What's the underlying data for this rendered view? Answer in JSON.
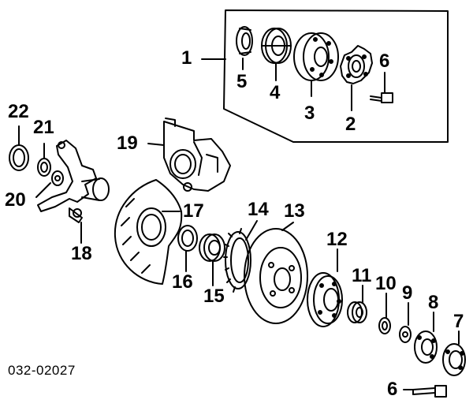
{
  "diagram_code": "032-02027",
  "callouts": {
    "c1": "1",
    "c2": "2",
    "c3": "3",
    "c4": "4",
    "c5": "5",
    "c6a": "6",
    "c6b": "6",
    "c7": "7",
    "c8": "8",
    "c9": "9",
    "c10": "10",
    "c11": "11",
    "c12": "12",
    "c13": "13",
    "c14": "14",
    "c15": "15",
    "c16": "16",
    "c17": "17",
    "c18": "18",
    "c19": "19",
    "c20": "20",
    "c21": "21",
    "c22": "22"
  }
}
